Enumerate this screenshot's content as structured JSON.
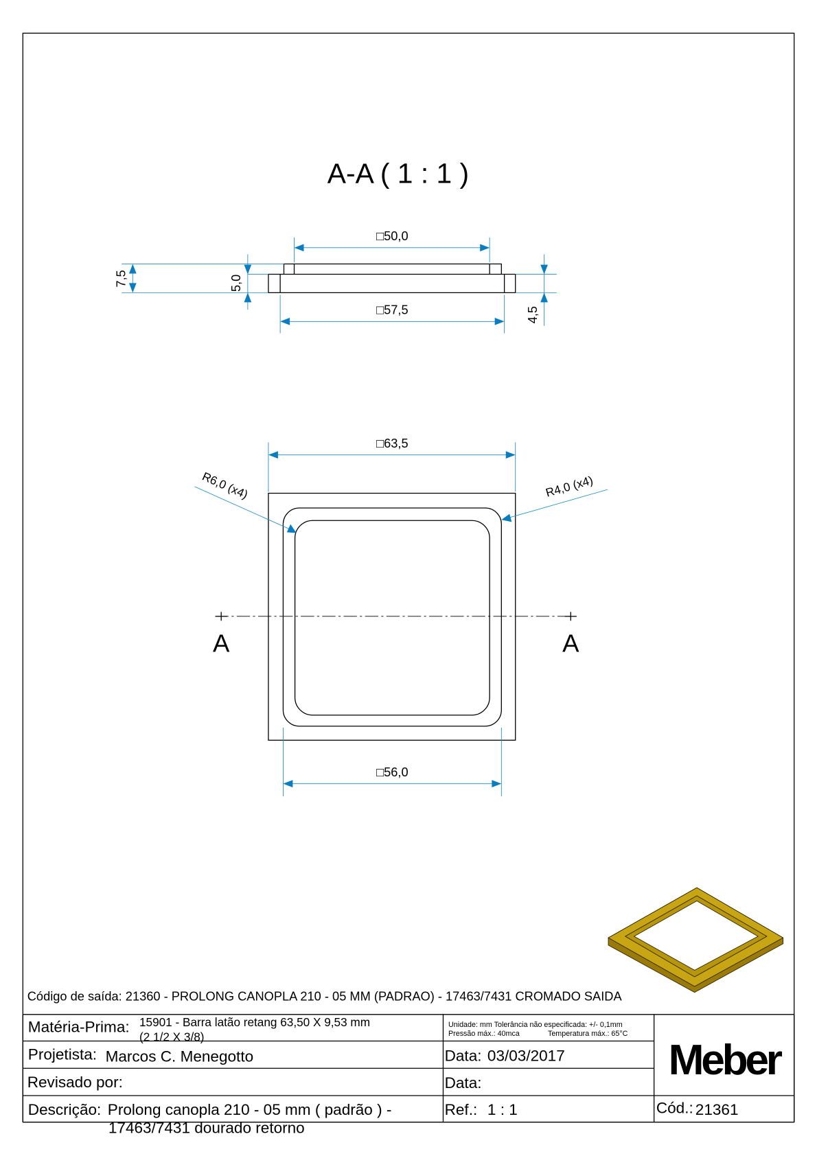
{
  "section_title": "A-A ( 1 : 1 )",
  "section_view": {
    "dim_top": "□50,0",
    "dim_bottom": "□57,5",
    "dim_left_outer": "7,5",
    "dim_left_inner": "5,0",
    "dim_right": "4,5"
  },
  "plan_view": {
    "dim_top": "□63,5",
    "dim_bottom": "□56,0",
    "radius_left": "R6,0 (x4)",
    "radius_right": "R4,0 (x4)",
    "section_mark_left": "A",
    "section_mark_right": "A"
  },
  "output_code": "Código de saída: 21360 - PROLONG CANOPLA 210 - 05 MM (PADRAO) - 17463/7431 CROMADO SAIDA",
  "title_block": {
    "materia_label": "Matéria-Prima:",
    "materia_line1": "15901 - Barra latão retang 63,50 X 9,53 mm",
    "materia_line2": "(2 1/2 X 3/8)",
    "spec_line1": "Unidade: mm Tolerância não especificada: +/- 0,1mm",
    "spec_line2a": "Pressão máx.: 40mca",
    "spec_line2b": "Temperatura máx.: 65°C",
    "projetista_label": "Projetista:",
    "projetista_value": "Marcos C. Menegotto",
    "data_label": "Data:",
    "data_value": "03/03/2017",
    "revisado_label": "Revisado por:",
    "data2_label": "Data:",
    "descricao_label": "Descrição:",
    "descricao_line1": "Prolong canopla 210 - 05 mm ( padrão ) -",
    "descricao_line2": "17463/7431 dourado retorno",
    "ref_label": "Ref.:",
    "ref_value": "1 : 1",
    "cod_label": "Cód.:",
    "cod_value": "21361",
    "logo": "Meber"
  },
  "colors": {
    "dimension": "#1a8cc8",
    "brass": "#b8960c"
  }
}
